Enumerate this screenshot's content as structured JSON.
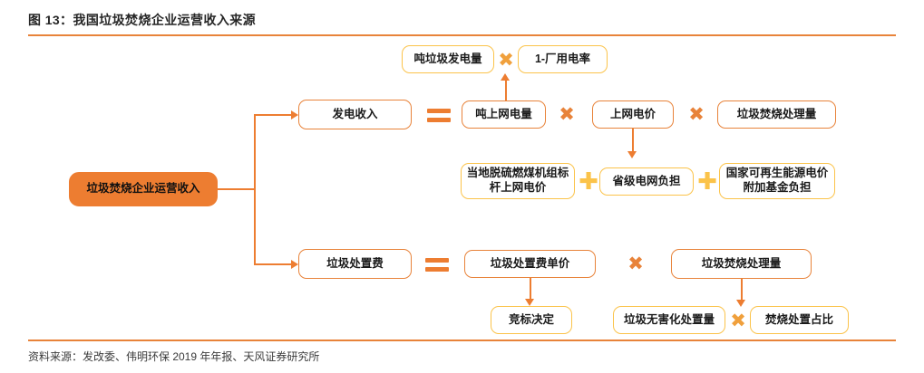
{
  "figure": {
    "title": "图 13：我国垃圾焚烧企业运营收入来源",
    "source": "资料来源：发改委、伟明环保 2019 年年报、天风证券研究所"
  },
  "colors": {
    "accent_orange": "#ED7D31",
    "rule_orange": "#E8833A",
    "accent_yellow": "#FBC34A",
    "text": "#1a1a1a"
  },
  "operators": {
    "times": "✖",
    "plus": "✚",
    "equals": "="
  },
  "nodes": {
    "root": "垃圾焚烧企业运营收入",
    "power_revenue": "发电收入",
    "disposal_fee": "垃圾处置费",
    "kwh_per_ton_waste": "吨垃圾发电量",
    "one_minus_plant_rate": "1-厂用电率",
    "grid_kwh_per_ton": "吨上网电量",
    "grid_tariff": "上网电价",
    "waste_incinerated_top": "垃圾焚烧处理量",
    "benchmark_tariff": "当地脱硫燃煤机组标杆上网电价",
    "provincial_grid_burden": "省级电网负担",
    "national_renewable_fund": "国家可再生能源电价附加基金负担",
    "disposal_unit_price": "垃圾处置费单价",
    "waste_incinerated_bottom": "垃圾焚烧处理量",
    "bidding_decided": "竞标决定",
    "harmless_disposal_volume": "垃圾无害化处置量",
    "incineration_share": "焚烧处置占比"
  }
}
